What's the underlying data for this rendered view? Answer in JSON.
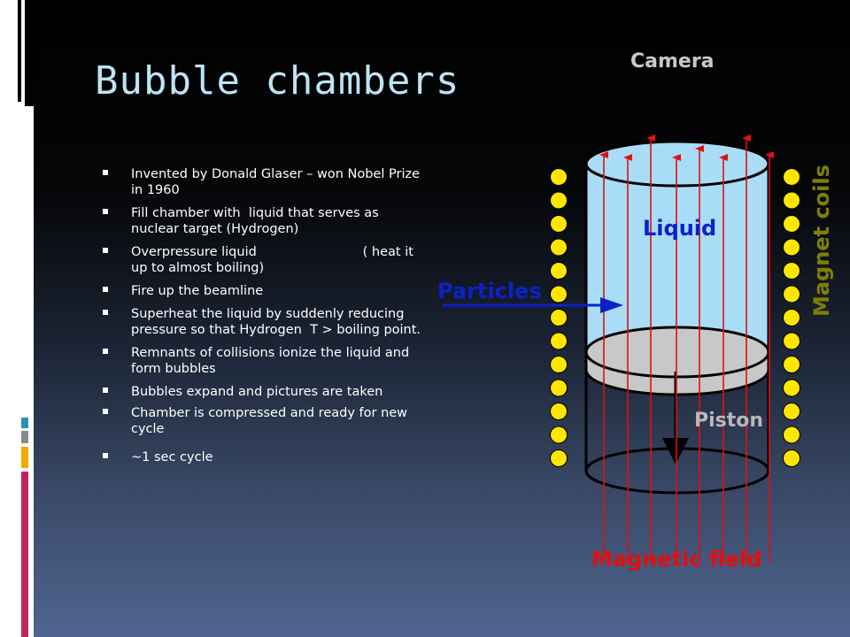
{
  "slide": {
    "title": "Bubble chambers",
    "bullets": [
      "Invented by Donald Glaser – won Nobel Prize in 1960",
      "Fill chamber with  liquid that serves as nuclear target (Hydrogen)",
      "Overpressure liquid                          ( heat it up to almost boiling)",
      "Fire up the beamline",
      "Superheat the liquid by suddenly reducing pressure so that Hydrogen  T > boiling point.",
      "Remnants of collisions ionize the liquid and form bubbles",
      "Bubbles expand and pictures are taken",
      "Chamber is compressed and ready for new cycle",
      "~1 sec cycle"
    ]
  },
  "diagram": {
    "camera_label": "Camera",
    "liquid_label": "Liquid",
    "particles_label": "Particles",
    "piston_label": "Piston",
    "magnet_coils_label": "Magnet coils",
    "magnetic_field_label": "Magnetic field"
  },
  "colors": {
    "title": "#bde3f5",
    "liquid": "#a9dcf7",
    "field_lines": "#e01010",
    "particle_beam": "#0a22c8",
    "coils": "#ffe600",
    "coil_label": "#808000",
    "piston_label": "#b8b8b8",
    "camera_label": "#c8c8c8",
    "accent_orange": "#f2a900",
    "accent_teal": "#2e8fb0"
  }
}
